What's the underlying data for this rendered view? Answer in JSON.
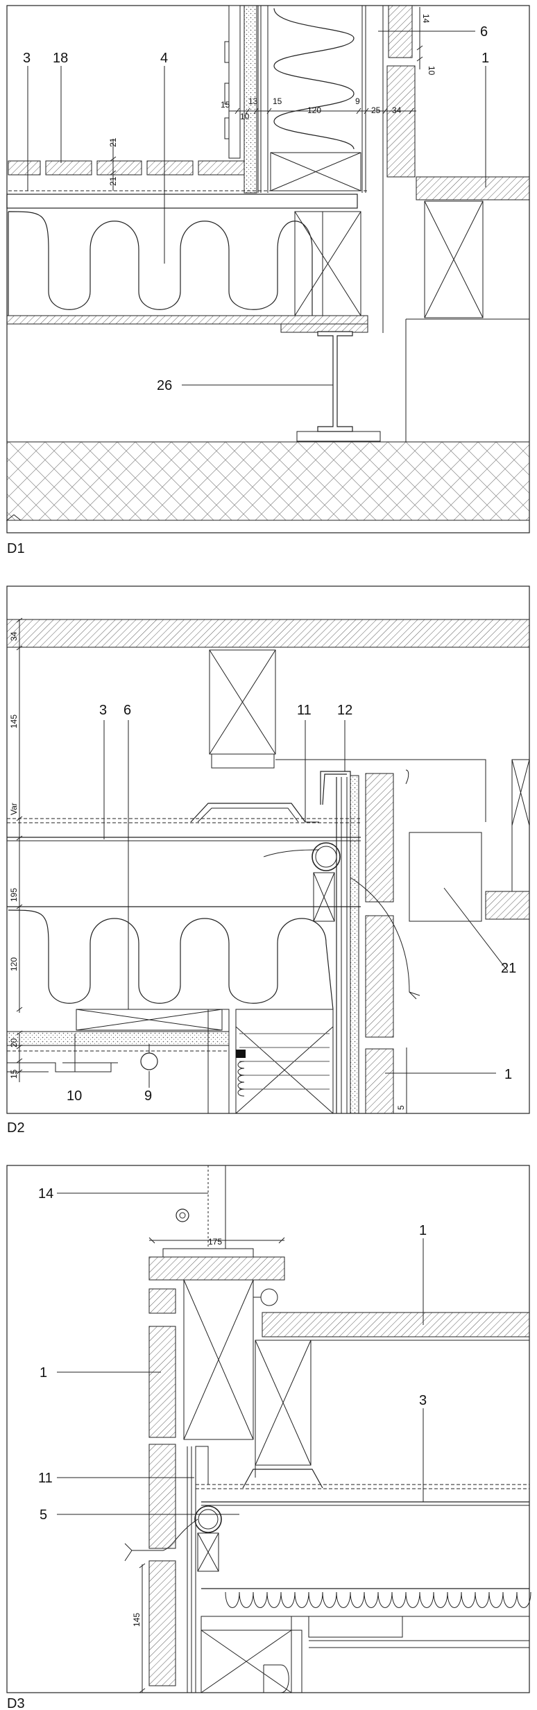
{
  "sheet": {
    "title": "",
    "details": [
      {
        "caption": "D1",
        "labels": [
          "3",
          "18",
          "4",
          "6",
          "1",
          "26"
        ],
        "dimensions": [
          "14",
          "10",
          "15",
          "13",
          "10",
          "15",
          "120",
          "9",
          "25",
          "34",
          "21",
          "21"
        ]
      },
      {
        "caption": "D2",
        "labels": [
          "3",
          "6",
          "11",
          "12",
          "21",
          "1",
          "10",
          "9"
        ],
        "dimensions": [
          "34",
          "145",
          "Var",
          "195",
          "120",
          "20",
          "15",
          "5"
        ]
      },
      {
        "caption": "D3",
        "labels": [
          "14",
          "1",
          "1",
          "3",
          "11",
          "5"
        ],
        "dimensions": [
          "175",
          "145"
        ]
      }
    ]
  }
}
